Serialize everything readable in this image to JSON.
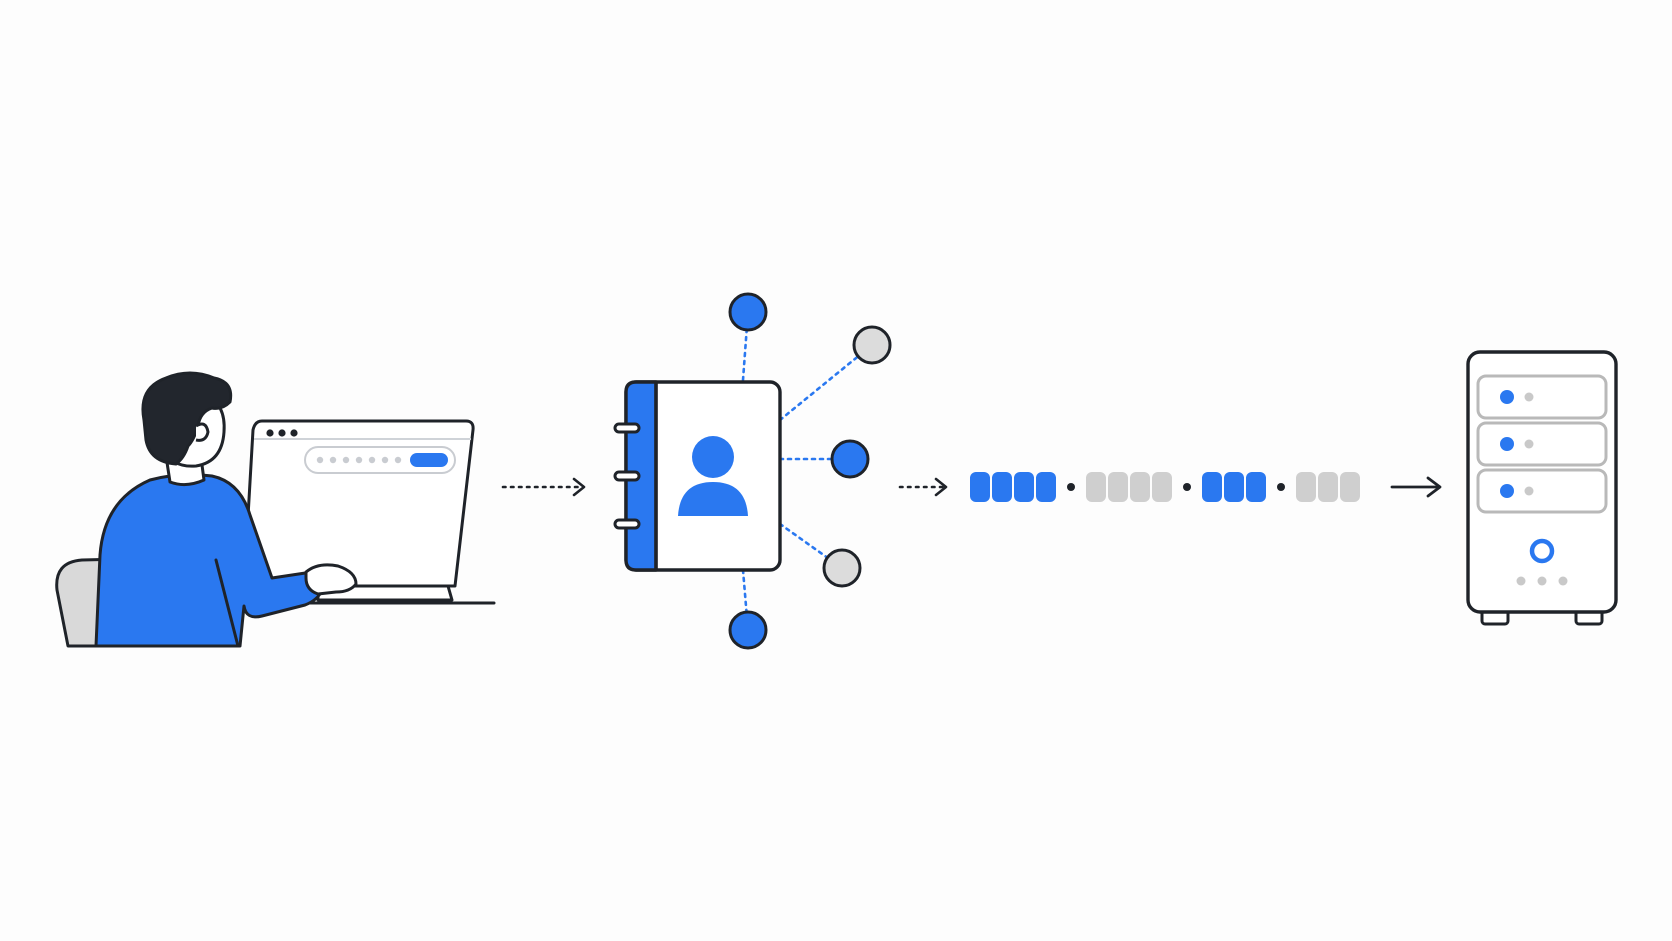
{
  "colors": {
    "background": "#fdfdfd",
    "accent": "#2a78f0",
    "outline": "#1f2329",
    "muted": "#c9c9c9",
    "panel": "#ffffff"
  },
  "scene": {
    "user": {
      "icon": "person-at-laptop-icon",
      "screen_dots": 7
    },
    "directory": {
      "icon": "address-book-icon",
      "spokes": [
        {
          "icon": "node-icon",
          "state": "active"
        },
        {
          "icon": "node-icon",
          "state": "inactive"
        },
        {
          "icon": "node-icon",
          "state": "active"
        },
        {
          "icon": "node-icon",
          "state": "inactive"
        },
        {
          "icon": "node-icon",
          "state": "active"
        }
      ]
    },
    "stream": {
      "groups": [
        {
          "state": "active",
          "blocks": 4
        },
        {
          "state": "inactive",
          "blocks": 4
        },
        {
          "state": "active",
          "blocks": 3
        },
        {
          "state": "inactive",
          "blocks": 3
        }
      ]
    },
    "server": {
      "icon": "server-tower-icon",
      "drives": 3
    },
    "connectors": [
      {
        "icon": "dotted-arrow-right-icon",
        "style": "dotted"
      },
      {
        "icon": "dotted-arrow-right-icon",
        "style": "dotted"
      },
      {
        "icon": "arrow-right-icon",
        "style": "solid"
      }
    ]
  }
}
